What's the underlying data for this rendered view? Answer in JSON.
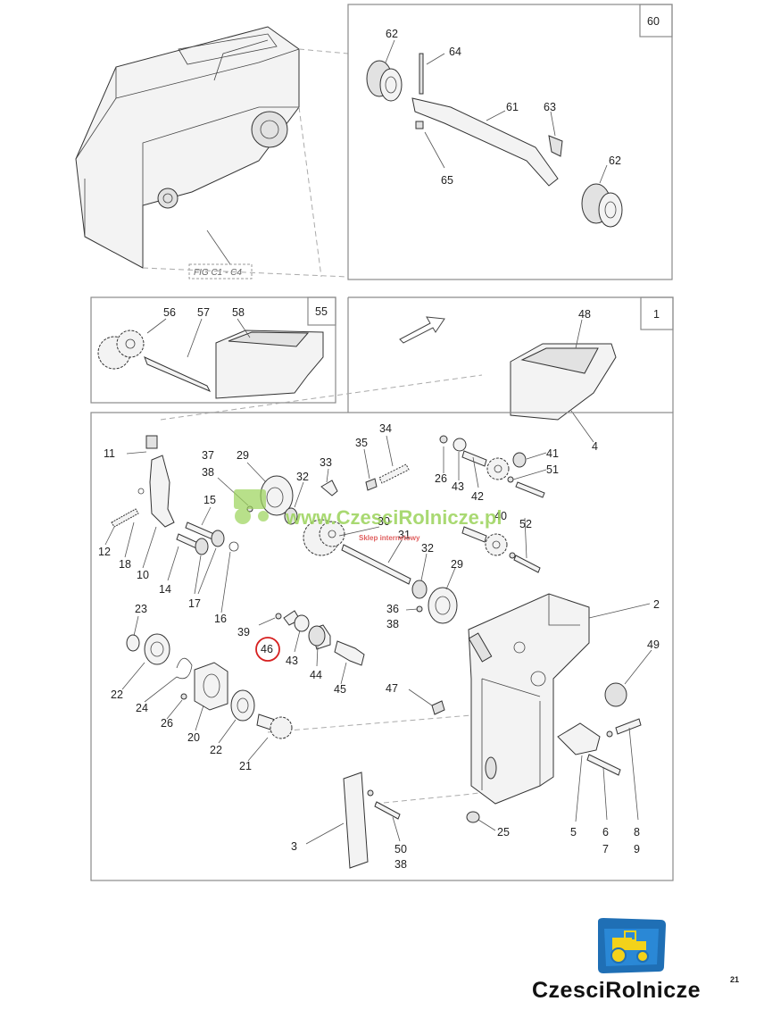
{
  "frames": {
    "top_right_number": "60",
    "middle_left_number": "55",
    "middle_right_number": "1",
    "fig_reference": "FIG C1 - C4"
  },
  "labels": {
    "l62a": "62",
    "l64": "64",
    "l61": "61",
    "l63": "63",
    "l65": "65",
    "l62b": "62",
    "l56": "56",
    "l57": "57",
    "l58": "58",
    "l48": "48",
    "l4": "4",
    "l11": "11",
    "l37": "37",
    "l38a": "38",
    "l29a": "29",
    "l33": "33",
    "l35": "35",
    "l34": "34",
    "l26a": "26",
    "l43a": "43",
    "l42": "42",
    "l41": "41",
    "l51": "51",
    "l40": "40",
    "l52": "52",
    "l15": "15",
    "l32a": "32",
    "l30": "30",
    "l31": "31",
    "l32b": "32",
    "l12": "12",
    "l18": "18",
    "l10": "10",
    "l14": "14",
    "l17": "17",
    "l16": "16",
    "l29b": "29",
    "l36": "36",
    "l38b": "38",
    "l2": "2",
    "l23": "23",
    "l39": "39",
    "l46": "46",
    "l43b": "43",
    "l44": "44",
    "l45": "45",
    "l49": "49",
    "l22a": "22",
    "l24": "24",
    "l26b": "26",
    "l20": "20",
    "l22b": "22",
    "l21": "21",
    "l47": "47",
    "l5": "5",
    "l6": "6",
    "l7": "7",
    "l8": "8",
    "l9": "9",
    "l3": "3",
    "l50": "50",
    "l38c": "38",
    "l25": "25"
  },
  "watermark": {
    "text": "www.CzesciRolnicze.pl",
    "sub": "Sklep internetowy"
  },
  "logo": {
    "brand": "CzesciRolnicze",
    "mark": "21",
    "logo_bg": "#1f6fb5",
    "logo_tractor": "#f3d21a"
  },
  "highlight_color": "#d62020"
}
